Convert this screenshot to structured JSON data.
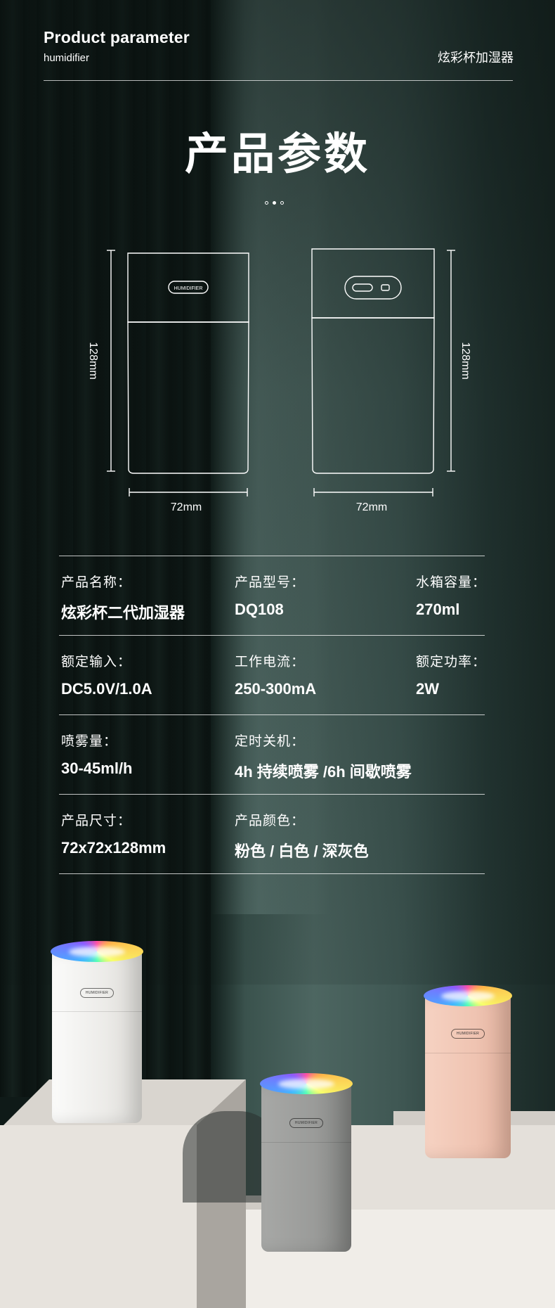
{
  "header": {
    "title": "Product parameter",
    "subtitle": "humidifier",
    "right_label": "炫彩杯加湿器"
  },
  "main_title": "产品参数",
  "diagram": {
    "height_label_left": "128mm",
    "height_label_right": "128mm",
    "width_label_left": "72mm",
    "width_label_right": "72mm",
    "badge_text": "HUMIDIFIER"
  },
  "specs": {
    "rows": [
      [
        {
          "label": "产品名称：",
          "value": "炫彩杯二代加湿器"
        },
        {
          "label": "产品型号：",
          "value": "DQ108"
        },
        {
          "label": "水箱容量：",
          "value": "270ml"
        }
      ],
      [
        {
          "label": "额定输入：",
          "value": "DC5.0V/1.0A"
        },
        {
          "label": "工作电流：",
          "value": "250-300mA"
        },
        {
          "label": "额定功率：",
          "value": "2W"
        }
      ],
      [
        {
          "label": "喷雾量：",
          "value": "30-45ml/h"
        },
        {
          "label": "定时关机：",
          "value": "4h 持续喷雾 /6h 间歇喷雾"
        }
      ],
      [
        {
          "label": "产品尺寸：",
          "value": "72x72x128mm"
        },
        {
          "label": "产品颜色：",
          "value": "粉色 / 白色 / 深灰色"
        }
      ]
    ]
  },
  "products": {
    "badge": "HUMIDIFIER",
    "colors": {
      "white": "#ecebe8",
      "gray": "#9a9b99",
      "pink": "#efc3b1"
    }
  }
}
